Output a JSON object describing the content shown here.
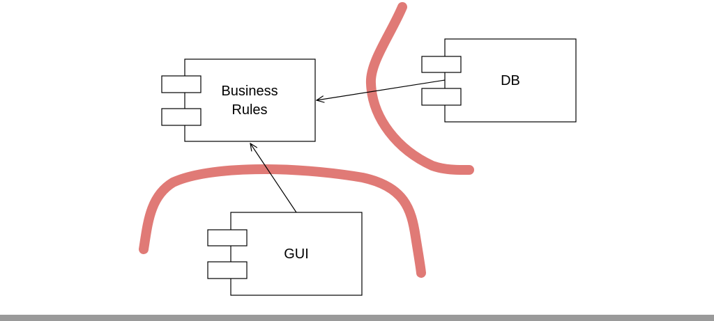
{
  "components": {
    "business_rules": {
      "label_line1": "Business",
      "label_line2": "Rules"
    },
    "db": {
      "label": "DB"
    },
    "gui": {
      "label": "GUI"
    }
  },
  "colors": {
    "boundary": "#e07a76",
    "line": "#000000",
    "background": "#ffffff",
    "bottom_bar": "#9a9a9a"
  }
}
